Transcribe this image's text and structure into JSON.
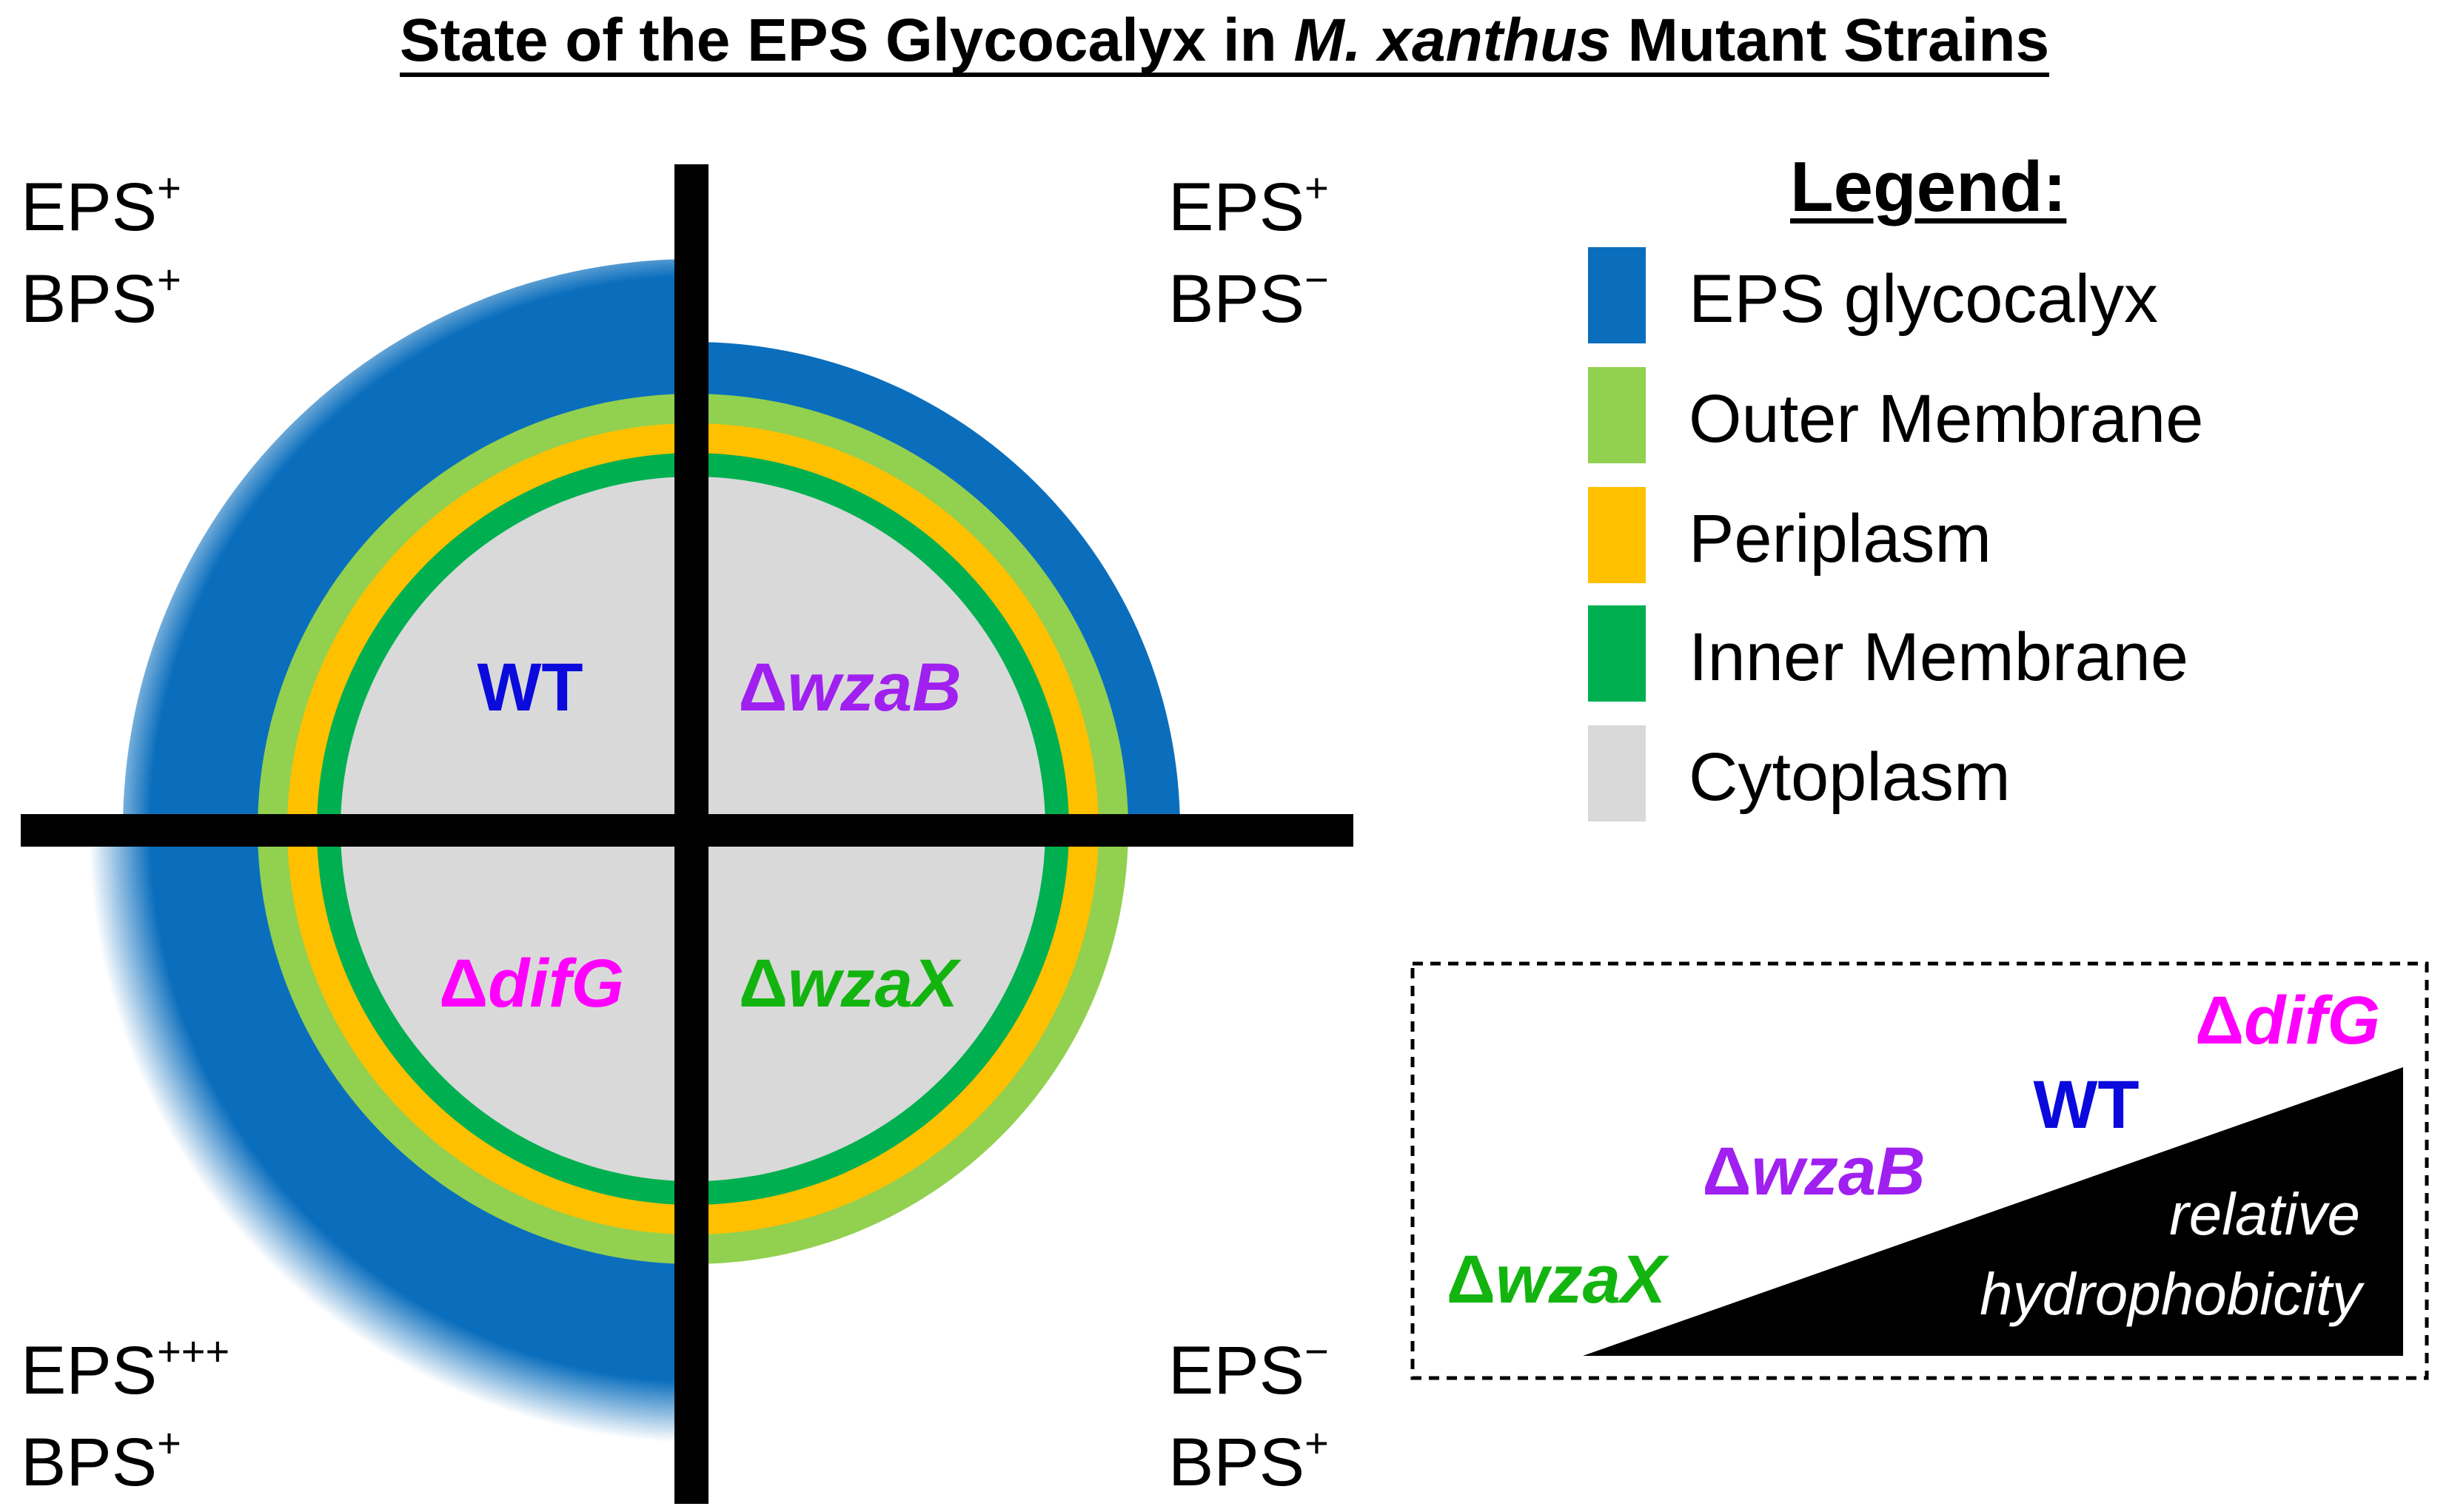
{
  "title": {
    "prefix": "State of the EPS Glycocalyx in ",
    "species": "M. xanthus",
    "suffix": " Mutant Strains"
  },
  "quadrants": {
    "top_left": {
      "line1": "EPS",
      "sup1": "+",
      "line2": "BPS",
      "sup2": "+"
    },
    "top_right": {
      "line1": "EPS",
      "sup1": "+",
      "line2": "BPS",
      "sup2": "−"
    },
    "bottom_left": {
      "line1": "EPS",
      "sup1": "+++",
      "line2": "BPS",
      "sup2": "+"
    },
    "bottom_right": {
      "line1": "EPS",
      "sup1": "−",
      "line2": "BPS",
      "sup2": "+"
    }
  },
  "strains": {
    "wt": {
      "label": "WT",
      "color": "#0a0adc"
    },
    "wzaB": {
      "delta": "Δ",
      "name": "wzaB",
      "color": "#a020f0"
    },
    "difG": {
      "delta": "Δ",
      "name": "difG",
      "color": "#ff00ff"
    },
    "wzaX": {
      "delta": "Δ",
      "name": "wzaX",
      "color": "#13b40f"
    }
  },
  "legend": {
    "title": "Legend:",
    "items": [
      {
        "label": "EPS glycocalyx",
        "color": "#0a6ebd"
      },
      {
        "label": "Outer Membrane",
        "color": "#92d050"
      },
      {
        "label": "Periplasm",
        "color": "#ffc000"
      },
      {
        "label": "Inner Membrane",
        "color": "#00b050"
      },
      {
        "label": "Cytoplasm",
        "color": "#d9d9d9"
      }
    ]
  },
  "hydrophobicity_panel": {
    "text_line1": "relative",
    "text_line2": "hydrophobicity",
    "ranking_low_to_high": [
      "wzaX",
      "wzaB",
      "wt",
      "difG"
    ]
  }
}
